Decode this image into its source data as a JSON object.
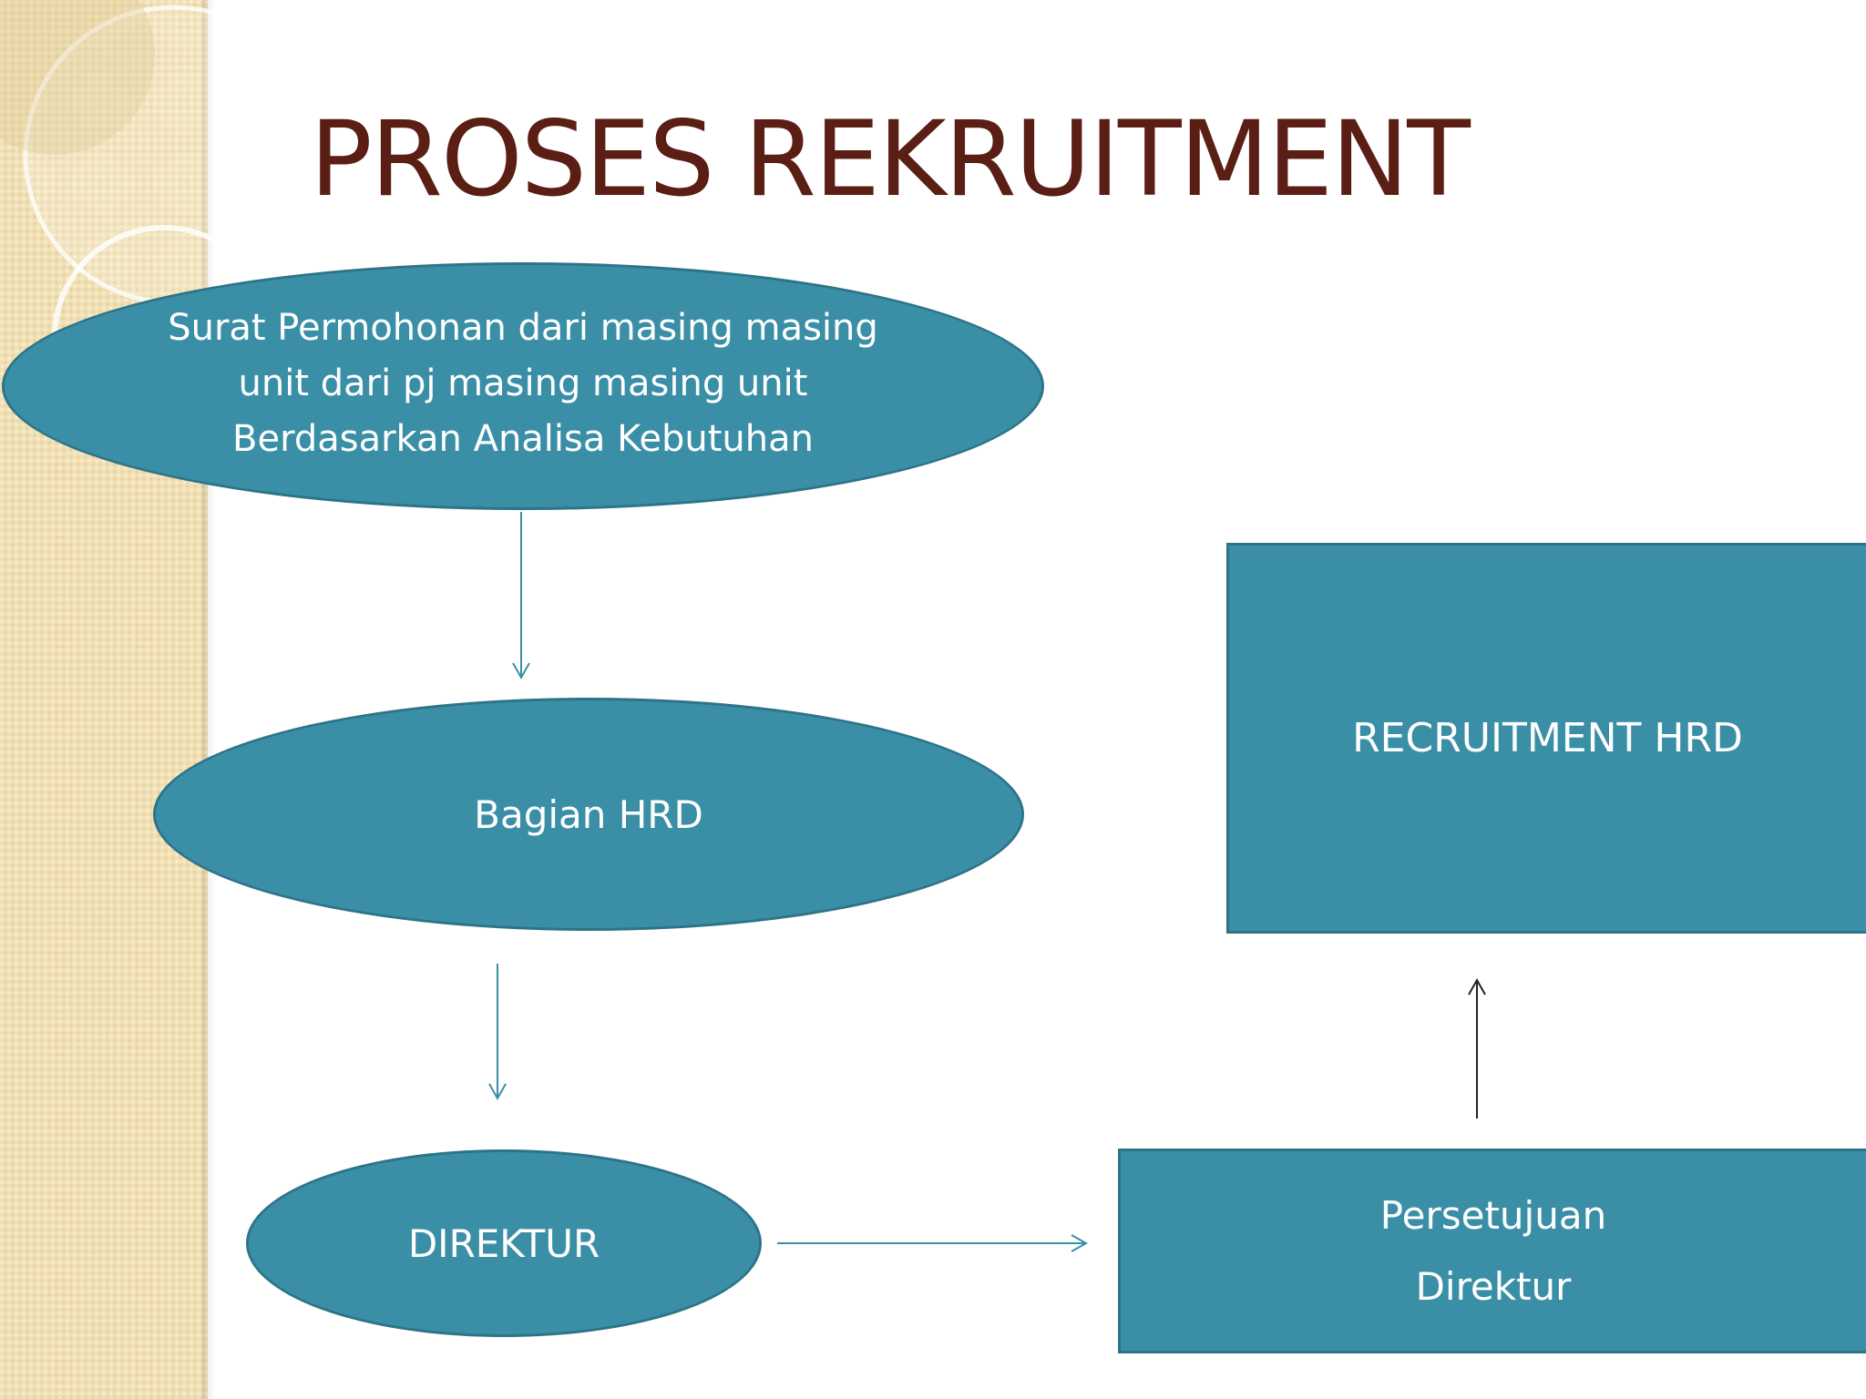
{
  "slide": {
    "title": "PROSES REKRUITMENT"
  },
  "colors": {
    "title": "#5a1e14",
    "shape_fill": "#3a8fa6",
    "shape_border": "#2d7488",
    "shape_text": "#ffffff",
    "connector": "#3a8fa6",
    "connector_dark": "#222222",
    "side_panel": "#f1e0b4"
  },
  "nodes": {
    "surat": {
      "shape": "ellipse",
      "label": "Surat Permohonan dari masing masing unit dari pj masing masing unit Berdasarkan Analisa Kebutuhan"
    },
    "bagian": {
      "shape": "ellipse",
      "label": "Bagian HRD"
    },
    "direktur": {
      "shape": "ellipse",
      "label": "DIREKTUR"
    },
    "persetujuan": {
      "shape": "rectangle",
      "label": "Persetujuan Direktur"
    },
    "recruitment": {
      "shape": "rectangle",
      "label": "RECRUITMENT HRD"
    }
  },
  "edges": [
    {
      "from": "Surat Permohonan dari masing masing unit dari pj masing masing unit Berdasarkan Analisa Kebutuhan",
      "to": "Bagian HRD"
    },
    {
      "from": "Bagian HRD",
      "to": "DIREKTUR"
    },
    {
      "from": "DIREKTUR",
      "to": "Persetujuan Direktur"
    },
    {
      "from": "Persetujuan Direktur",
      "to": "RECRUITMENT HRD"
    }
  ]
}
